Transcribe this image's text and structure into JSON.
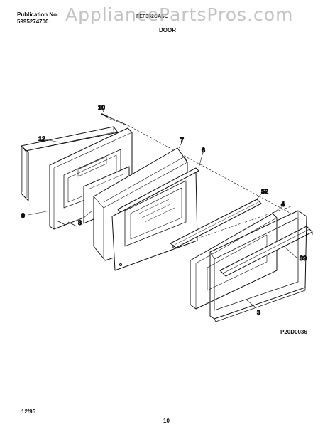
{
  "header": {
    "pub_label": "Publication No.",
    "pub_number": "5995274700",
    "model_text": "FEF352CASE"
  },
  "watermark": "AppliancePartsPros.com",
  "section_title": "DOOR",
  "callouts": {
    "c10": "10",
    "c12": "12",
    "c7": "7",
    "c6": "6",
    "c52": "52",
    "c4": "4",
    "c39": "39",
    "c9": "9",
    "c8": "8",
    "c3": "3"
  },
  "diagram_code": "P20D0036",
  "footer": {
    "date": "12/95",
    "page": "10"
  }
}
